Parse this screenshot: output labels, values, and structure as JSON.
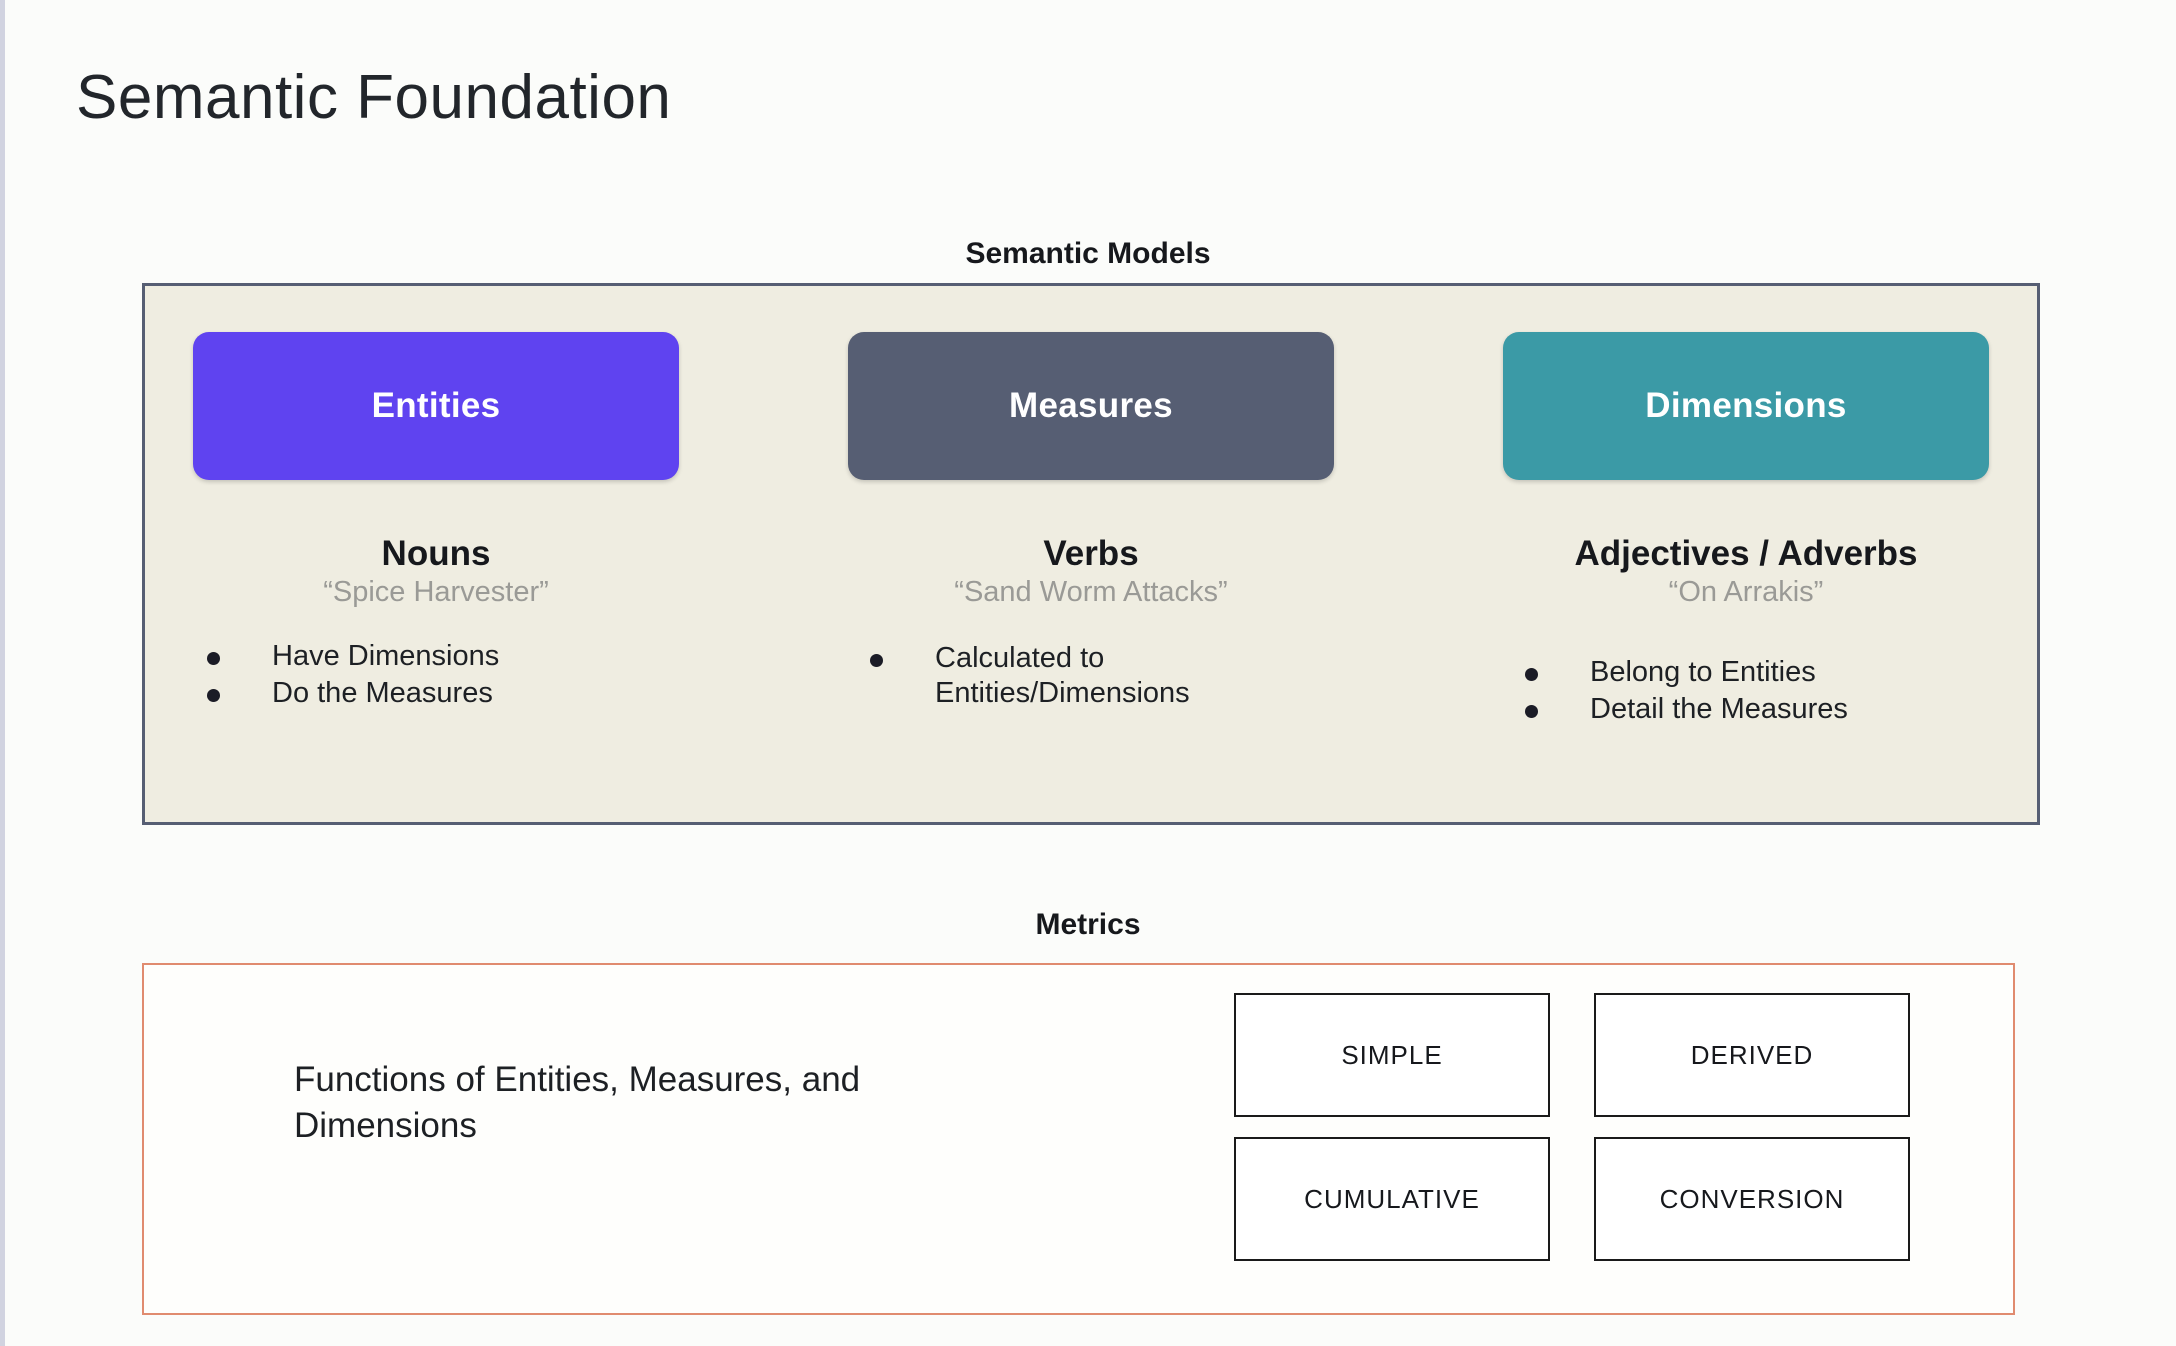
{
  "page": {
    "title": "Semantic Foundation",
    "background_color": "#FBFCFA"
  },
  "semantic_models": {
    "caption": "Semantic Models",
    "panel_background": "#EFEDE1",
    "panel_border_color": "#565E73",
    "columns": [
      {
        "chip_label": "Entities",
        "chip_color": "#5F43F0",
        "part_of_speech": "Nouns",
        "example": "“Spice Harvester”",
        "bullets": [
          "Have Dimensions",
          "Do the Measures"
        ]
      },
      {
        "chip_label": "Measures",
        "chip_color": "#565E73",
        "part_of_speech": "Verbs",
        "example": "“Sand Worm Attacks”",
        "bullets": [
          "Calculated to Entities/Dimensions"
        ]
      },
      {
        "chip_label": "Dimensions",
        "chip_color": "#3B9AA6",
        "part_of_speech": "Adjectives / Adverbs",
        "example": "“On Arrakis”",
        "bullets": [
          "Belong to Entities",
          "Detail the Measures"
        ]
      }
    ]
  },
  "metrics": {
    "caption": "Metrics",
    "panel_border_color": "#E08B6F",
    "description": "Functions of Entities, Measures, and Dimensions",
    "types": [
      "SIMPLE",
      "DERIVED",
      "CUMULATIVE",
      "CONVERSION"
    ]
  }
}
